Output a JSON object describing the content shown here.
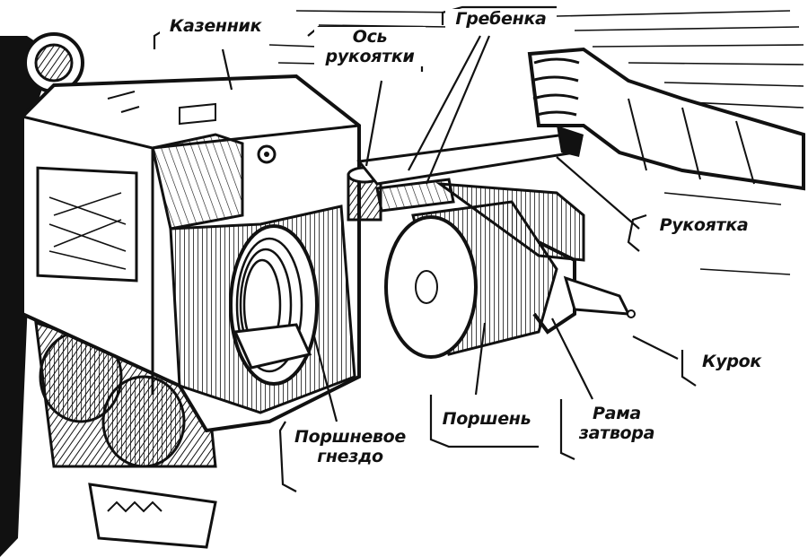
{
  "labels": {
    "breech": "Казенник",
    "handle_axis": "Ось\nрукоятки",
    "rack": "Гребенка",
    "handle": "Рукоятка",
    "trigger": "Курок",
    "piston_seat": "Поршневое\nгнездо",
    "piston": "Поршень",
    "bolt_frame": "Рама\nзатвора"
  }
}
